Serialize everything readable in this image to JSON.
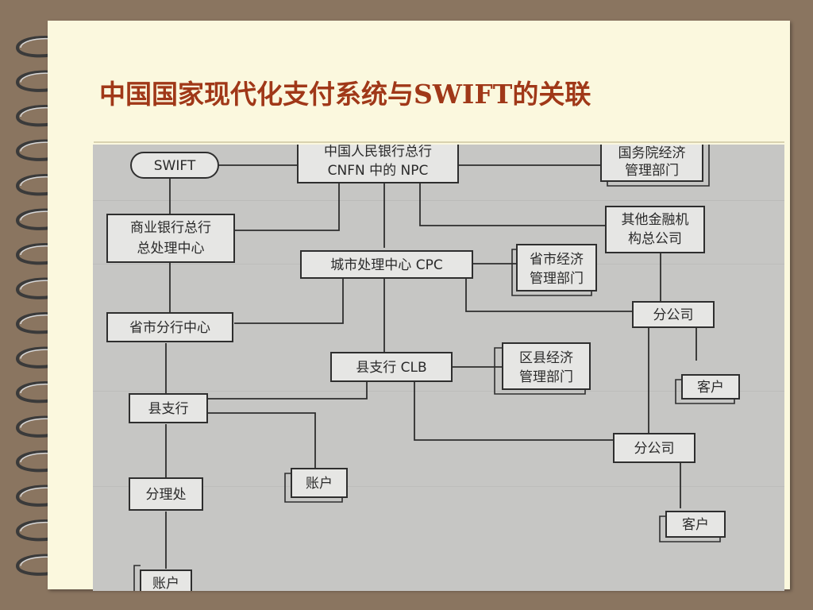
{
  "slide": {
    "title": "中国国家现代化支付系统与SWIFT的关联"
  },
  "diagram": {
    "nodes": {
      "swift": "SWIFT",
      "npc_line1": "中国人民银行总行",
      "npc_line2": "CNFN 中的 NPC",
      "state_council_line1": "国务院经济",
      "state_council_line2": "管理部门",
      "commercial_bank_line1": "商业银行总行",
      "commercial_bank_line2": "总处理中心",
      "other_fin_line1": "其他金融机",
      "other_fin_line2": "构总公司",
      "cpc": "城市处理中心 CPC",
      "prov_econ_line1": "省市经济",
      "prov_econ_line2": "管理部门",
      "prov_branch": "省市分行中心",
      "branch_office_1": "分公司",
      "clb": "县支行 CLB",
      "county_econ_line1": "区县经济",
      "county_econ_line2": "管理部门",
      "customer_1": "客户",
      "county_bank": "县支行",
      "account_1": "账户",
      "branch_office_2": "分公司",
      "sub_office": "分理处",
      "customer_2": "客户",
      "account_2": "账户"
    }
  }
}
